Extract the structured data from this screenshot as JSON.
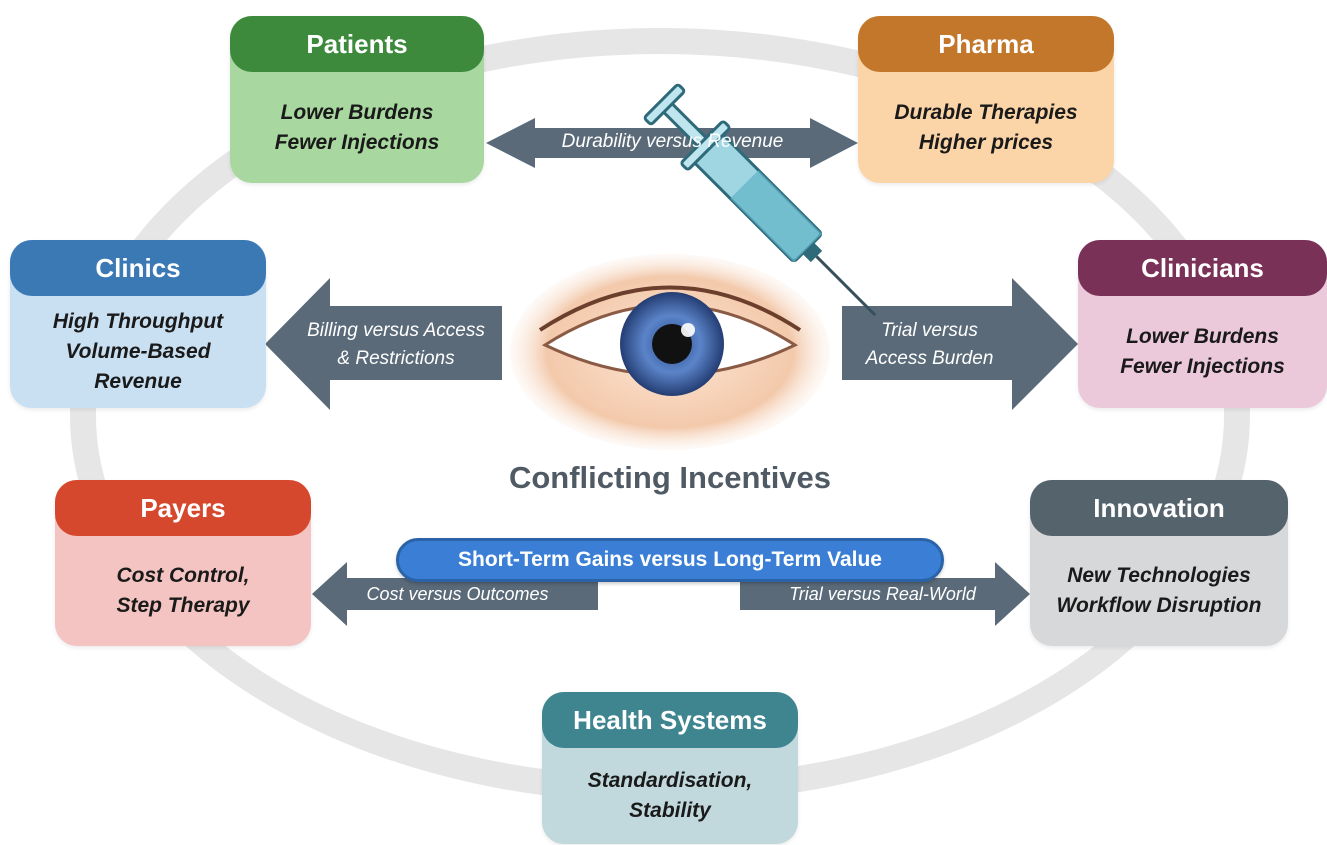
{
  "center": {
    "title": "Conflicting Incentives",
    "banner": "Short-Term Gains versus Long-Term Value"
  },
  "nodes": {
    "patients": {
      "title": "Patients",
      "lines": [
        "Lower Burdens",
        "Fewer Injections"
      ],
      "header_color": "#3d8a3d",
      "body_color": "#a8d8a0"
    },
    "pharma": {
      "title": "Pharma",
      "lines": [
        "Durable Therapies",
        "Higher prices"
      ],
      "header_color": "#c2772a",
      "body_color": "#fbd4a8"
    },
    "clinics": {
      "title": "Clinics",
      "lines": [
        "High Throughput",
        "Volume-Based",
        "Revenue"
      ],
      "header_color": "#3b79b5",
      "body_color": "#c9dff2"
    },
    "clinicians": {
      "title": "Clinicians",
      "lines": [
        "Lower Burdens",
        "Fewer Injections"
      ],
      "header_color": "#7a3157",
      "body_color": "#ecc9da"
    },
    "payers": {
      "title": "Payers",
      "lines": [
        "Cost Control,",
        "Step Therapy"
      ],
      "header_color": "#d6482e",
      "body_color": "#f3c4c2"
    },
    "innovation": {
      "title": "Innovation",
      "lines": [
        "New Technologies",
        "Workflow Disruption"
      ],
      "header_color": "#55636d",
      "body_color": "#d6d8da"
    },
    "health_systems": {
      "title": "Health Systems",
      "lines": [
        "Standardisation,",
        "Stability"
      ],
      "header_color": "#3e8590",
      "body_color": "#c1d8dd"
    }
  },
  "arrows": {
    "patients_pharma": "Durability versus Revenue",
    "clinics": [
      "Billing versus Access",
      "& Restrictions"
    ],
    "clinicians": [
      "Trial versus",
      "Access Burden"
    ],
    "payers": "Cost versus Outcomes",
    "innovation": "Trial versus Real-World"
  },
  "colors": {
    "arrow": "#5a6a78",
    "ring": "#e6e6e6"
  }
}
